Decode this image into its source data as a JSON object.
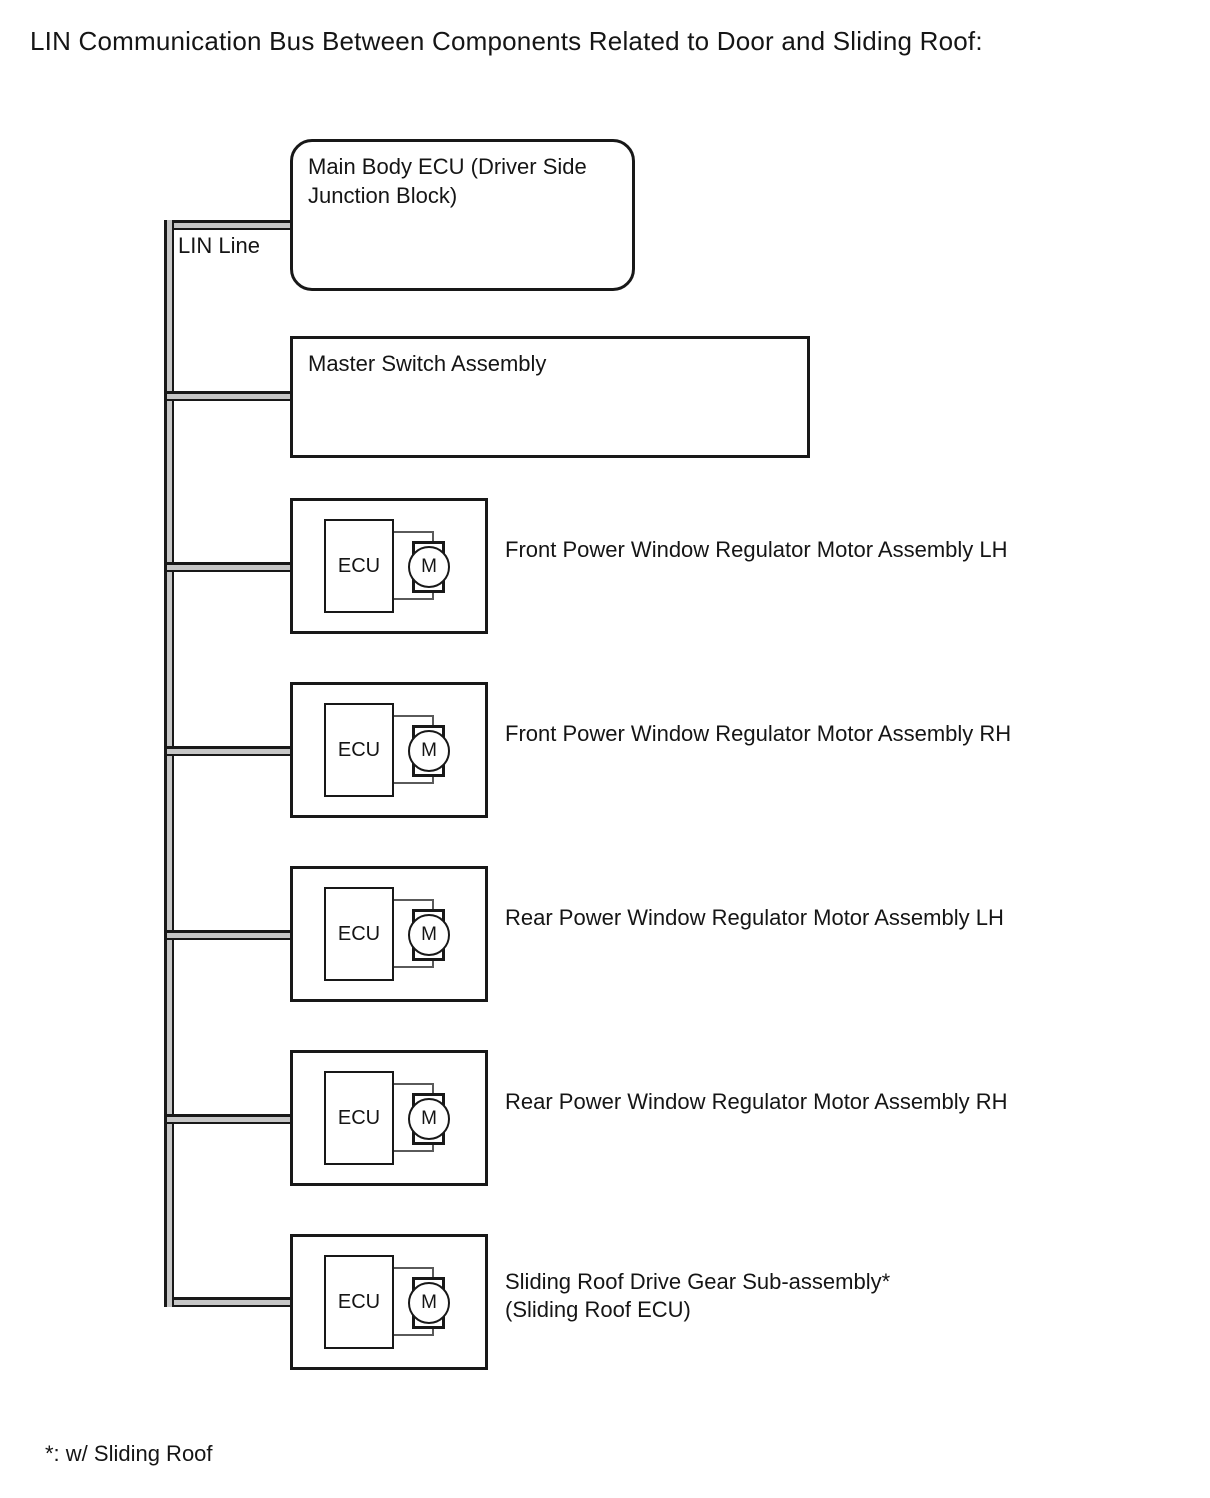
{
  "title": "LIN Communication Bus Between Components Related to Door and Sliding Roof:",
  "bus": {
    "label": "LIN Line"
  },
  "nodes": {
    "main_body_ecu": {
      "label": "Main Body ECU (Driver Side Junction Block)"
    },
    "master_switch": {
      "label": "Master Switch Assembly"
    }
  },
  "modules": [
    {
      "ecu_label": "ECU",
      "motor_label": "M",
      "label": "Front Power Window Regulator Motor Assembly LH"
    },
    {
      "ecu_label": "ECU",
      "motor_label": "M",
      "label": "Front Power Window Regulator Motor Assembly RH"
    },
    {
      "ecu_label": "ECU",
      "motor_label": "M",
      "label": "Rear Power Window Regulator Motor Assembly LH"
    },
    {
      "ecu_label": "ECU",
      "motor_label": "M",
      "label": "Rear Power Window Regulator Motor Assembly RH"
    },
    {
      "ecu_label": "ECU",
      "motor_label": "M",
      "label": "Sliding Roof Drive Gear Sub-assembly*",
      "label2": "(Sliding Roof ECU)"
    }
  ],
  "footnote": "*: w/ Sliding Roof",
  "colors": {
    "line": "#181818",
    "wire_gap": "#c6c6c6",
    "background": "#ffffff"
  }
}
